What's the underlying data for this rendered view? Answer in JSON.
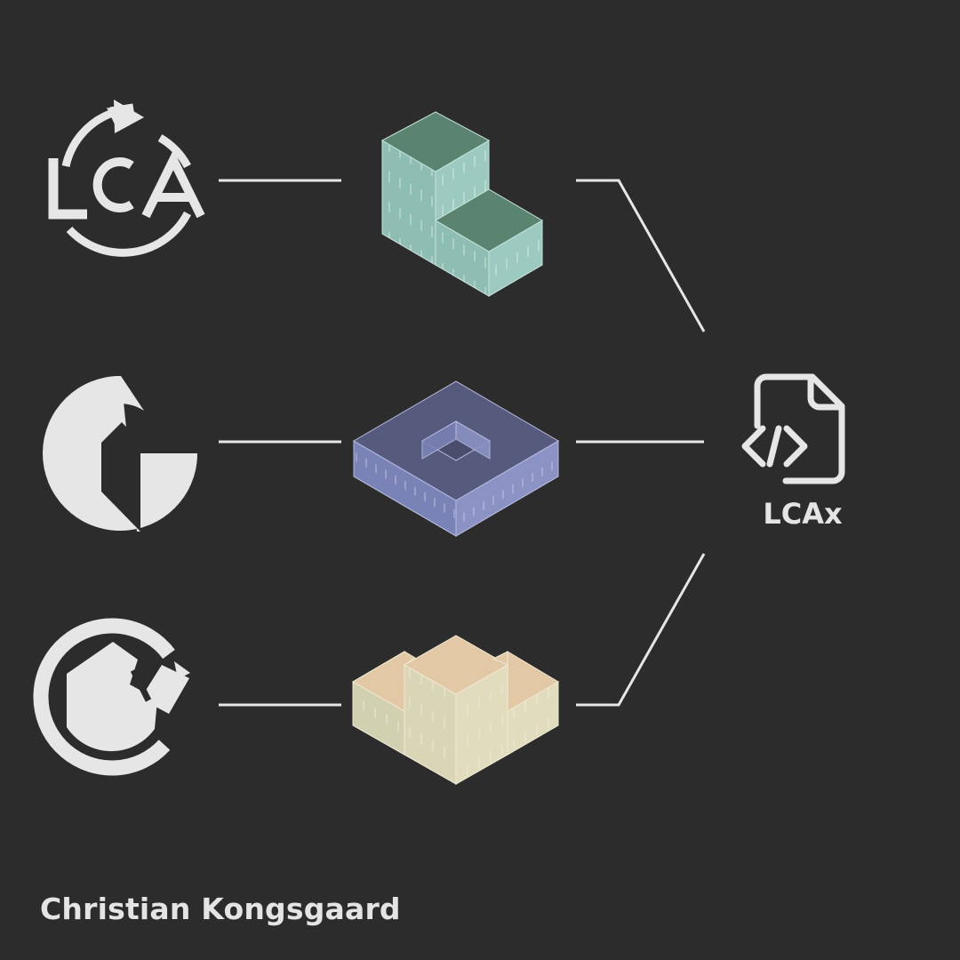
{
  "colors": {
    "background": "#2c2c2c",
    "foreground": "#e6e6e6",
    "building_1_top": "#5a8470",
    "building_1_side": "#8dbdb3",
    "building_2_top": "#565a7c",
    "building_2_side": "#7a83b6",
    "building_3_top": "#e3c8a6",
    "building_3_side": "#d1d0b0"
  },
  "tools": [
    {
      "name": "LCA",
      "icon": "lca-cycle-logo-icon"
    },
    {
      "name": "",
      "icon": "g-house-logo-icon"
    },
    {
      "name": "",
      "icon": "house-refresh-logo-icon"
    }
  ],
  "target": {
    "label": "LCAx",
    "icon": "code-file-icon"
  },
  "author": "Christian Kongsgaard"
}
